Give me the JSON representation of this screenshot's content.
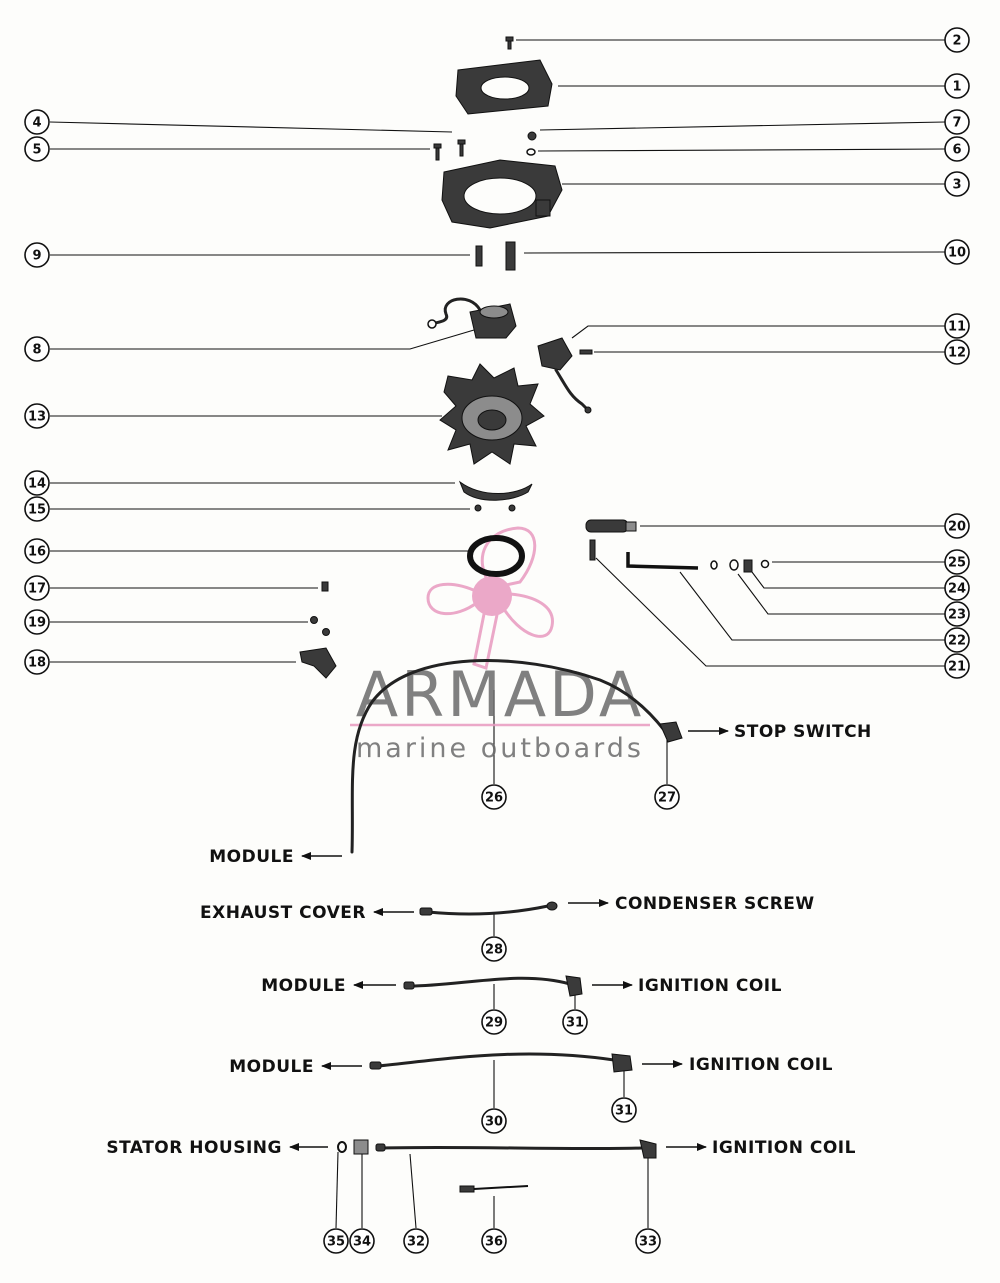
{
  "watermark": {
    "brand": "ARMADA",
    "tagline": "marine outboards",
    "accent_color": "#e89ac0",
    "text_color": "#6b6b6b"
  },
  "callouts": [
    {
      "id": "c2",
      "label": "2"
    },
    {
      "id": "c1",
      "label": "1"
    },
    {
      "id": "c7",
      "label": "7"
    },
    {
      "id": "c6",
      "label": "6"
    },
    {
      "id": "c3",
      "label": "3"
    },
    {
      "id": "c4",
      "label": "4"
    },
    {
      "id": "c5",
      "label": "5"
    },
    {
      "id": "c9",
      "label": "9"
    },
    {
      "id": "c10",
      "label": "10"
    },
    {
      "id": "c11",
      "label": "11"
    },
    {
      "id": "c12",
      "label": "12"
    },
    {
      "id": "c8",
      "label": "8"
    },
    {
      "id": "c13",
      "label": "13"
    },
    {
      "id": "c14",
      "label": "14"
    },
    {
      "id": "c15",
      "label": "15"
    },
    {
      "id": "c16",
      "label": "16"
    },
    {
      "id": "c17",
      "label": "17"
    },
    {
      "id": "c19",
      "label": "19"
    },
    {
      "id": "c18",
      "label": "18"
    },
    {
      "id": "c20",
      "label": "20"
    },
    {
      "id": "c25",
      "label": "25"
    },
    {
      "id": "c24",
      "label": "24"
    },
    {
      "id": "c23",
      "label": "23"
    },
    {
      "id": "c22",
      "label": "22"
    },
    {
      "id": "c21",
      "label": "21"
    },
    {
      "id": "c26",
      "label": "26"
    },
    {
      "id": "c27",
      "label": "27"
    },
    {
      "id": "c28",
      "label": "28"
    },
    {
      "id": "c29",
      "label": "29"
    },
    {
      "id": "c31a",
      "label": "31"
    },
    {
      "id": "c30",
      "label": "30"
    },
    {
      "id": "c31b",
      "label": "31"
    },
    {
      "id": "c35",
      "label": "35"
    },
    {
      "id": "c34",
      "label": "34"
    },
    {
      "id": "c32",
      "label": "32"
    },
    {
      "id": "c36",
      "label": "36"
    },
    {
      "id": "c33",
      "label": "33"
    }
  ],
  "wire_labels": {
    "stop_switch": "STOP SWITCH",
    "module_1": "MODULE",
    "exhaust_cover": "EXHAUST COVER",
    "condenser_screw": "CONDENSER SCREW",
    "module_2": "MODULE",
    "ignition_coil_1": "IGNITION COIL",
    "module_3": "MODULE",
    "ignition_coil_2": "IGNITION COIL",
    "stator_housing": "STATOR HOUSING",
    "ignition_coil_3": "IGNITION COIL"
  }
}
